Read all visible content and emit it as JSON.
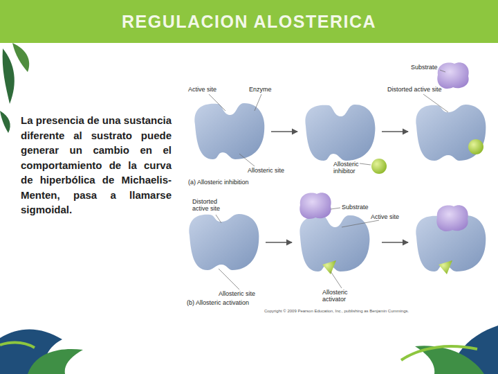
{
  "diagram": {
    "title": "REGULACION ALOSTERICA",
    "labels": [
      "La presencia de una sustancia diferente al sustrato puede generar un cambio en el comportamiento de la curva de hiperbólica de Michaelis-Menten, pasa a llamarse sigmoidal.",
      "Active site",
      "Enzyme",
      "Allosteric site",
      "(a) Allosteric inhibition",
      "Allosteric inhibitor",
      "Substrate",
      "Distorted active site",
      "Distorted active site",
      "Allosteric site",
      "(b) Allosteric activation",
      "Substrate",
      "Active site",
      "Allosteric activator",
      "Copyright © 2009 Pearson Education, Inc., publishing as Benjamin Cummings."
    ]
  }
}
